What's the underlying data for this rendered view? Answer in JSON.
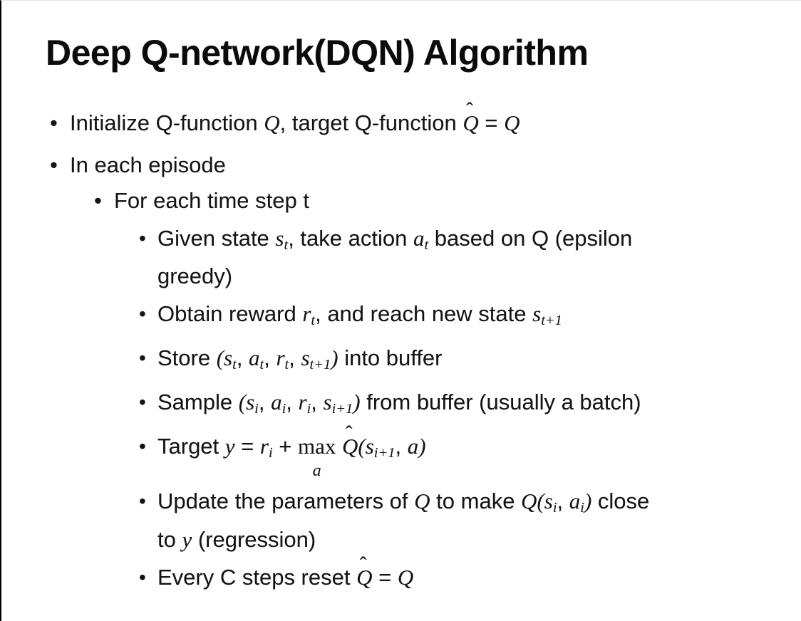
{
  "title": "Deep Q-network(DQN) Algorithm",
  "colors": {
    "background": "#ffffff",
    "text": "#141414",
    "title_text": "#0b0b0b",
    "left_edge_line": "#000000"
  },
  "bullets": [
    {
      "level": 1,
      "segments": [
        {
          "c": "p",
          "t": "Initialize Q-function "
        },
        {
          "c": "m",
          "t": "Q"
        },
        {
          "c": "p",
          "t": ", target Q-function "
        },
        {
          "c": "hat",
          "t": "Q"
        },
        {
          "c": "p",
          "t": " = "
        },
        {
          "c": "m",
          "t": "Q"
        }
      ]
    },
    {
      "level": 1,
      "segments": [
        {
          "c": "p",
          "t": "In each episode"
        }
      ]
    },
    {
      "level": 2,
      "segments": [
        {
          "c": "p",
          "t": "For each time step t"
        }
      ]
    },
    {
      "level": 3,
      "segments": [
        {
          "c": "p",
          "t": "Given state "
        },
        {
          "c": "m",
          "t": "s"
        },
        {
          "c": "sub",
          "t": "t"
        },
        {
          "c": "p",
          "t": ", take action "
        },
        {
          "c": "m",
          "t": "a"
        },
        {
          "c": "sub",
          "t": "t"
        },
        {
          "c": "p",
          "t": " based on Q (epsilon "
        },
        {
          "c": "br"
        },
        {
          "c": "p",
          "t": "greedy)"
        }
      ]
    },
    {
      "level": 3,
      "segments": [
        {
          "c": "p",
          "t": "Obtain reward "
        },
        {
          "c": "m",
          "t": "r"
        },
        {
          "c": "sub",
          "t": "t"
        },
        {
          "c": "p",
          "t": ", and reach new state "
        },
        {
          "c": "m",
          "t": "s"
        },
        {
          "c": "sub",
          "t": "t+1"
        }
      ]
    },
    {
      "level": 3,
      "segments": [
        {
          "c": "p",
          "t": "Store "
        },
        {
          "c": "m",
          "t": "("
        },
        {
          "c": "m",
          "t": "s"
        },
        {
          "c": "sub",
          "t": "t"
        },
        {
          "c": "p",
          "t": ", "
        },
        {
          "c": "m",
          "t": "a"
        },
        {
          "c": "sub",
          "t": "t"
        },
        {
          "c": "p",
          "t": ", "
        },
        {
          "c": "m",
          "t": "r"
        },
        {
          "c": "sub",
          "t": "t"
        },
        {
          "c": "p",
          "t": ", "
        },
        {
          "c": "m",
          "t": "s"
        },
        {
          "c": "sub",
          "t": "t+1"
        },
        {
          "c": "m",
          "t": ")"
        },
        {
          "c": "p",
          "t": " into buffer"
        }
      ]
    },
    {
      "level": 3,
      "segments": [
        {
          "c": "p",
          "t": "Sample "
        },
        {
          "c": "m",
          "t": "("
        },
        {
          "c": "m",
          "t": "s"
        },
        {
          "c": "sub",
          "t": "i"
        },
        {
          "c": "p",
          "t": ", "
        },
        {
          "c": "m",
          "t": "a"
        },
        {
          "c": "sub",
          "t": "i"
        },
        {
          "c": "p",
          "t": ", "
        },
        {
          "c": "m",
          "t": "r"
        },
        {
          "c": "sub",
          "t": "i"
        },
        {
          "c": "p",
          "t": ", "
        },
        {
          "c": "m",
          "t": "s"
        },
        {
          "c": "sub",
          "t": "i+1"
        },
        {
          "c": "m",
          "t": ")"
        },
        {
          "c": "p",
          "t": " from buffer (usually a batch)"
        }
      ]
    },
    {
      "level": 3,
      "segments": [
        {
          "c": "p",
          "t": "Target "
        },
        {
          "c": "m",
          "t": "y"
        },
        {
          "c": "p",
          "t": " = "
        },
        {
          "c": "m",
          "t": "r"
        },
        {
          "c": "sub",
          "t": "i"
        },
        {
          "c": "p",
          "t": " + "
        },
        {
          "c": "max",
          "t": "max",
          "u": "a"
        },
        {
          "c": "p",
          "t": " "
        },
        {
          "c": "hat",
          "t": "Q"
        },
        {
          "c": "m",
          "t": "("
        },
        {
          "c": "m",
          "t": "s"
        },
        {
          "c": "sub",
          "t": "i+1"
        },
        {
          "c": "p",
          "t": ", "
        },
        {
          "c": "m",
          "t": "a"
        },
        {
          "c": "m",
          "t": ")"
        }
      ]
    },
    {
      "level": 3,
      "segments": [
        {
          "c": "p",
          "t": "Update the parameters of "
        },
        {
          "c": "m",
          "t": "Q"
        },
        {
          "c": "p",
          "t": " to make "
        },
        {
          "c": "m",
          "t": "Q"
        },
        {
          "c": "m",
          "t": "("
        },
        {
          "c": "m",
          "t": "s"
        },
        {
          "c": "sub",
          "t": "i"
        },
        {
          "c": "p",
          "t": ", "
        },
        {
          "c": "m",
          "t": "a"
        },
        {
          "c": "sub",
          "t": "i"
        },
        {
          "c": "m",
          "t": ")"
        },
        {
          "c": "p",
          "t": " close "
        },
        {
          "c": "br"
        },
        {
          "c": "p",
          "t": "to "
        },
        {
          "c": "m",
          "t": "y"
        },
        {
          "c": "p",
          "t": " (regression)"
        }
      ]
    },
    {
      "level": 3,
      "segments": [
        {
          "c": "p",
          "t": "Every C steps reset "
        },
        {
          "c": "hat",
          "t": "Q"
        },
        {
          "c": "p",
          "t": " = "
        },
        {
          "c": "m",
          "t": "Q"
        }
      ]
    }
  ]
}
